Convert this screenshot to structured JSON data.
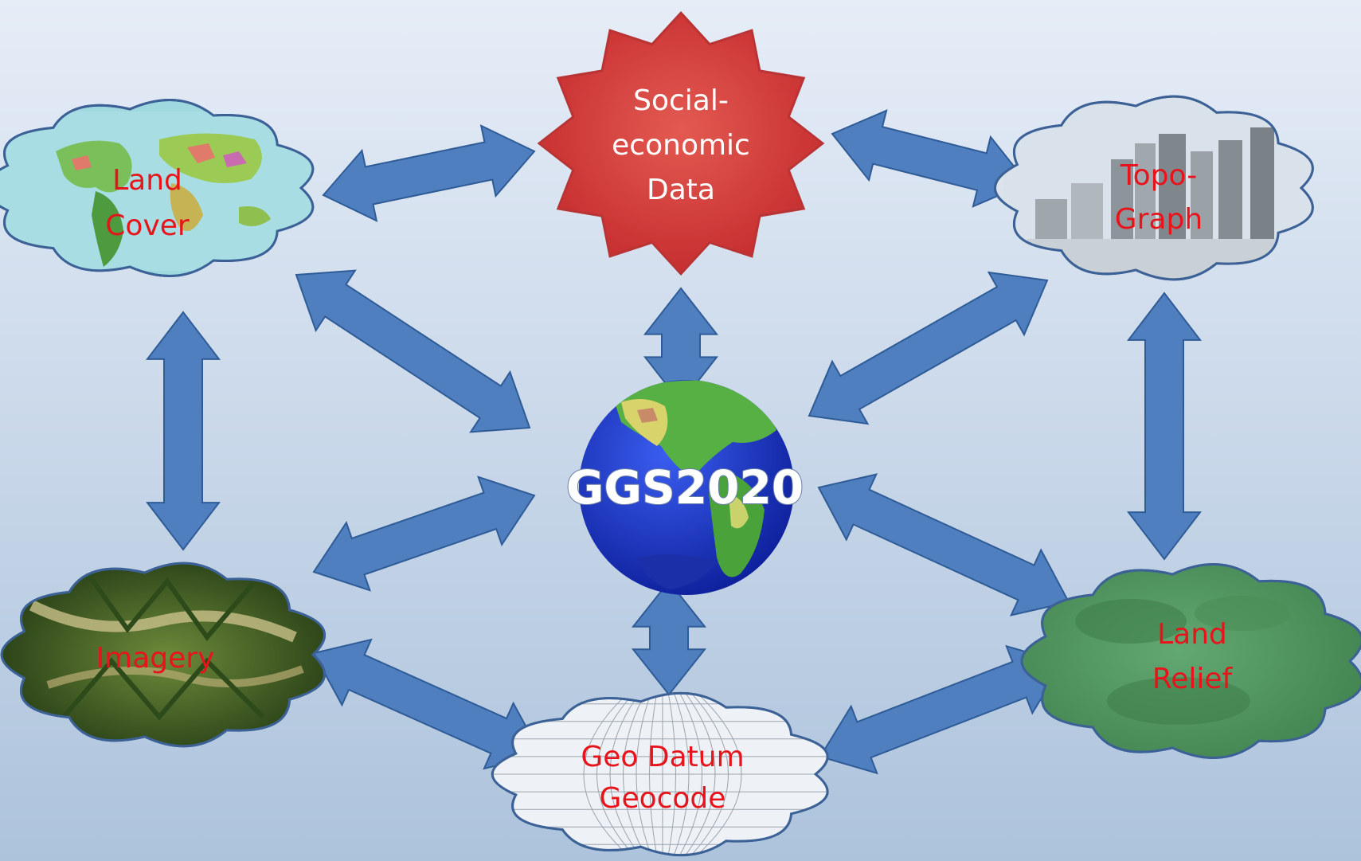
{
  "colors": {
    "background_top": "#e6edf7",
    "background_bottom": "#adc3dc",
    "arrow_fill": "#4f7fbf",
    "arrow_stroke": "#2f5c97",
    "label_red": "#e8141b",
    "label_white": "#ffffff",
    "starburst_fill": "#d8373a",
    "starburst_stroke": "#c63c35",
    "cloud_outline": "#3c6196",
    "globe_ocean": "#1c38c7",
    "globe_land": "#4faa3a"
  },
  "hub": {
    "label": "GGS2020",
    "icon": "globe-icon"
  },
  "nodes": {
    "social_economic": {
      "lines": [
        "Social-",
        "economic",
        "Data"
      ],
      "shape": "starburst"
    },
    "land_cover": {
      "lines": [
        "Land",
        "Cover"
      ],
      "shape": "cloud",
      "picture": "world-land-cover-map"
    },
    "topograph": {
      "lines": [
        "Topo-",
        "Graph"
      ],
      "shape": "cloud",
      "picture": "city-skyscrapers-3d-model"
    },
    "imagery": {
      "lines": [
        "Imagery"
      ],
      "shape": "cloud",
      "picture": "satellite-mountain-imagery"
    },
    "land_relief": {
      "lines": [
        "Land",
        "Relief"
      ],
      "shape": "cloud",
      "picture": "green-terrain-relief"
    },
    "geo_datum": {
      "lines": [
        "Geo Datum",
        "Geocode"
      ],
      "shape": "cloud",
      "picture": "map-projection-grid"
    }
  },
  "connections": [
    [
      "land_cover",
      "social_economic"
    ],
    [
      "social_economic",
      "topograph"
    ],
    [
      "land_cover",
      "imagery"
    ],
    [
      "topograph",
      "land_relief"
    ],
    [
      "land_cover",
      "hub"
    ],
    [
      "topograph",
      "hub"
    ],
    [
      "social_economic",
      "hub"
    ],
    [
      "imagery",
      "hub"
    ],
    [
      "land_relief",
      "hub"
    ],
    [
      "hub",
      "geo_datum"
    ],
    [
      "imagery",
      "geo_datum"
    ],
    [
      "geo_datum",
      "land_relief"
    ]
  ]
}
